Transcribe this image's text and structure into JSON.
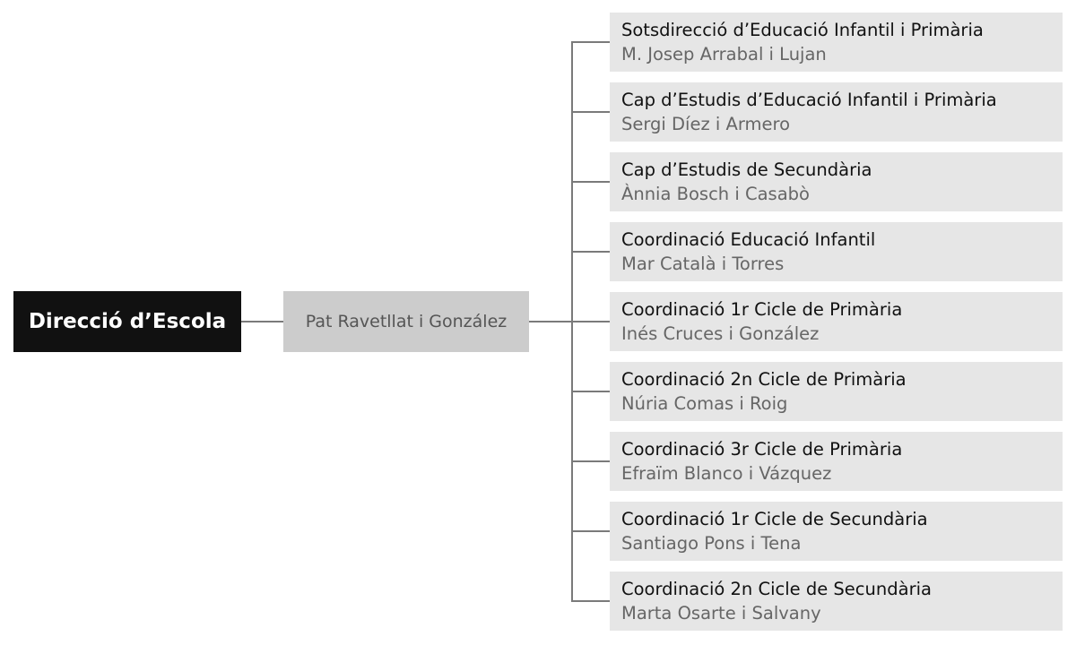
{
  "root": {
    "title": "Direcció d’Escola"
  },
  "director": {
    "name": "Pat Ravetllat i González"
  },
  "roles": [
    {
      "title": "Sotsdirecció d’Educació Infantil i Primària",
      "person": "M. Josep Arrabal i Lujan"
    },
    {
      "title": "Cap d’Estudis d’Educació Infantil i Primària",
      "person": "Sergi Díez i Armero"
    },
    {
      "title": "Cap d’Estudis de Secundària",
      "person": "Ànnia Bosch i Casabò"
    },
    {
      "title": "Coordinació Educació Infantil",
      "person": "Mar Català i Torres"
    },
    {
      "title": "Coordinació 1r Cicle de Primària",
      "person": "Inés Cruces i González"
    },
    {
      "title": "Coordinació 2n Cicle de Primària",
      "person": "Núria Comas i Roig"
    },
    {
      "title": "Coordinació 3r Cicle de Primària",
      "person": "Efraïm Blanco i Vázquez"
    },
    {
      "title": "Coordinació 1r Cicle de Secundària",
      "person": "Santiago Pons i Tena"
    },
    {
      "title": "Coordinació 2n Cicle de Secundària",
      "person": "Marta Osarte i Salvany"
    }
  ],
  "colors": {
    "root_bg": "#111111",
    "director_bg": "#cccccc",
    "role_bg": "#e6e6e6",
    "connector": "#7a7a7a"
  }
}
